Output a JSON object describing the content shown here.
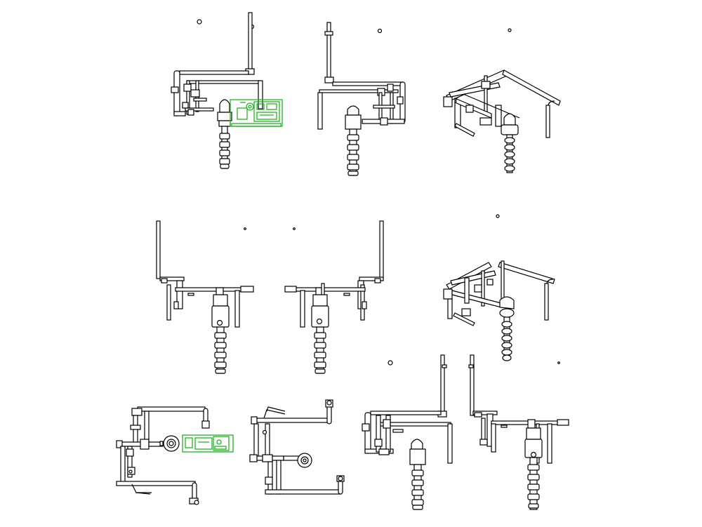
{
  "drawing": {
    "views": [
      {
        "id": "view-1",
        "kind": "elevation"
      },
      {
        "id": "view-2",
        "kind": "elevation"
      },
      {
        "id": "view-3",
        "kind": "isometric"
      },
      {
        "id": "view-4",
        "kind": "elevation"
      },
      {
        "id": "view-5",
        "kind": "elevation"
      },
      {
        "id": "view-6",
        "kind": "isometric"
      },
      {
        "id": "view-7",
        "kind": "plan"
      },
      {
        "id": "view-8",
        "kind": "plan"
      },
      {
        "id": "view-9",
        "kind": "elevation"
      },
      {
        "id": "view-10",
        "kind": "elevation"
      }
    ],
    "colors": {
      "line": "#000000",
      "highlight": "#1fb51f",
      "background": "#ffffff"
    }
  }
}
